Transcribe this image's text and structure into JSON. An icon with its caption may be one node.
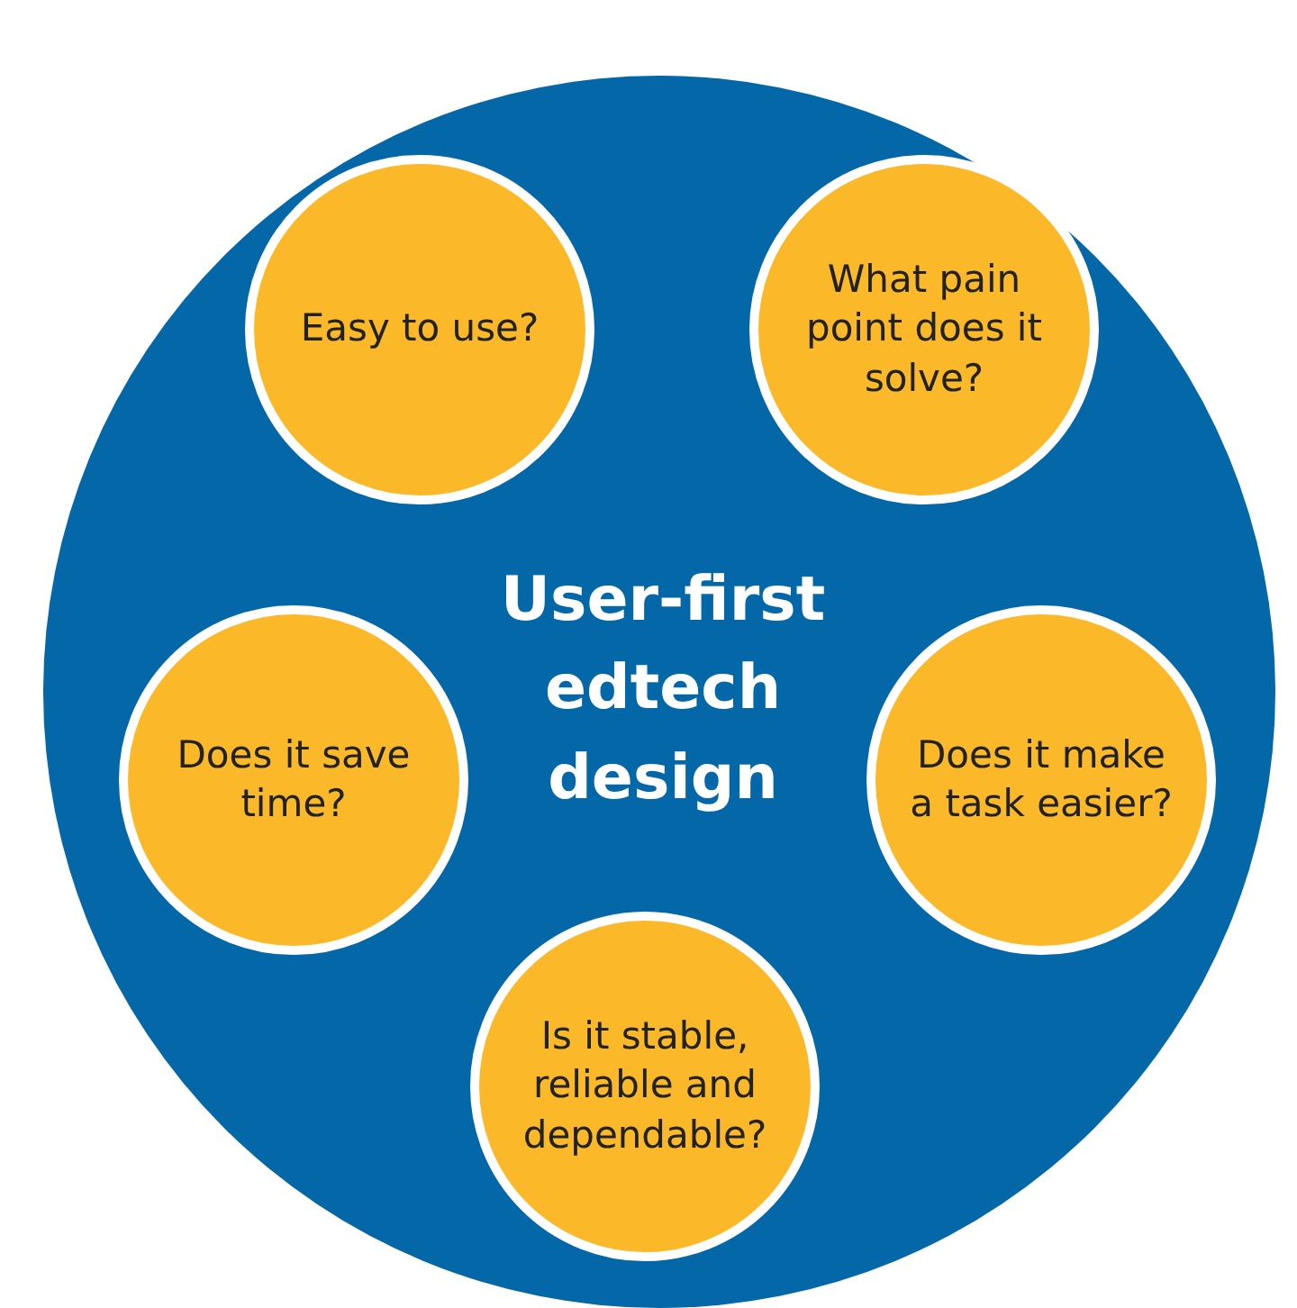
{
  "diagram": {
    "nodes": [
      {
        "text": [
          "User-first edtech design"
        ]
      },
      {
        "text": [
          "Easy to use?"
        ],
        "in": 0
      },
      {
        "text": [
          "What pain point does it solve?"
        ],
        "in": 0
      },
      {
        "text": [
          "Does it save time?"
        ],
        "in": 0
      },
      {
        "text": [
          "Does it make a task easier?"
        ],
        "in": 0
      },
      {
        "text": [
          "Is it stable, reliable and dependable?"
        ],
        "in": 0
      }
    ]
  }
}
